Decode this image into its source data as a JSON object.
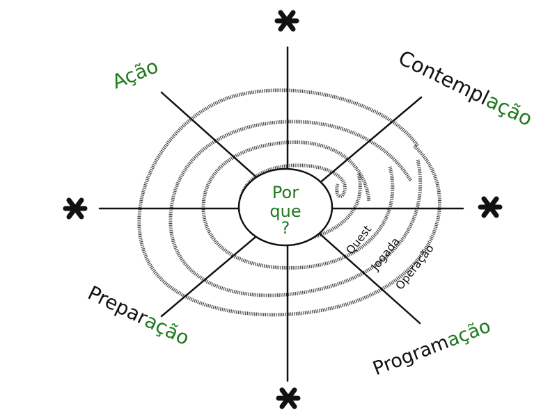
{
  "center": {
    "line1": "Por",
    "line2": "que",
    "line3": "?"
  },
  "quadrants": {
    "top_left": {
      "dark": "",
      "green": "Ação"
    },
    "top_right": {
      "dark": "Contempl",
      "green": "ação"
    },
    "bottom_left": {
      "dark": "Prepar",
      "green": "ação"
    },
    "bottom_right": {
      "dark": "Program",
      "green": "ação"
    }
  },
  "ring_labels": [
    "Quest",
    "Jogada",
    "Operação"
  ],
  "markers": [
    "*",
    "*",
    "*",
    "*"
  ],
  "colors": {
    "ink": "#111111",
    "accent": "#1f7a1f"
  }
}
